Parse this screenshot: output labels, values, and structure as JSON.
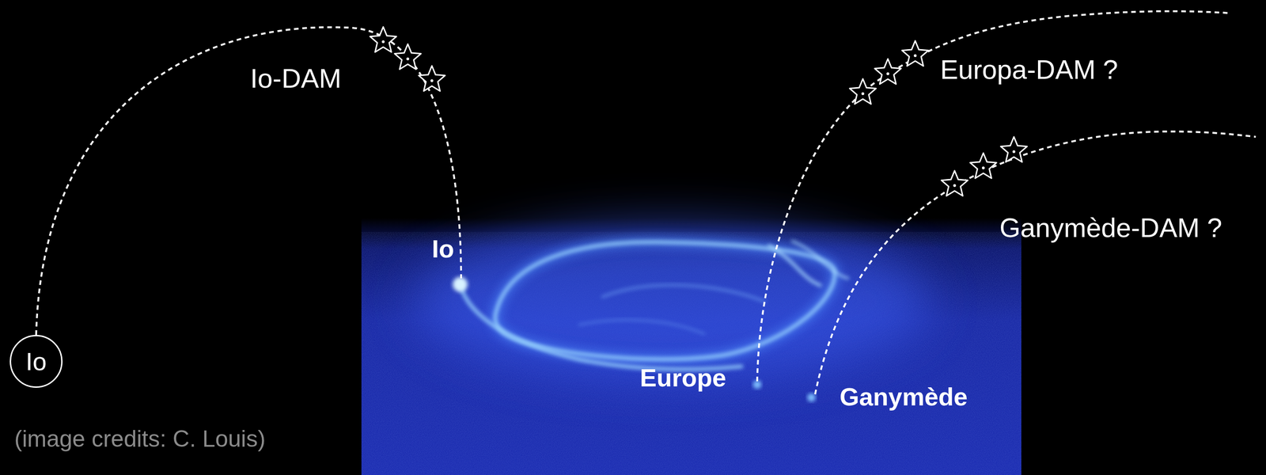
{
  "diagram": {
    "nodes": [
      {
        "text": [
          "Io"
        ]
      }
    ],
    "labels": [
      "Io-DAM",
      "Europa-DAM ?",
      "Ganymède-DAM ?",
      "Io",
      "Europe",
      "Ganymède",
      "(image credits: C. Louis)"
    ]
  }
}
